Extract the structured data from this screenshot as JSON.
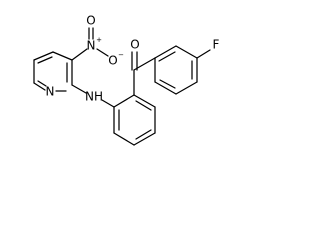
{
  "molecule": {
    "atoms": {
      "nitro_n": "N",
      "nitro_plus": "+",
      "nitro_o_top": "O",
      "nitro_o_right": "O",
      "nitro_minus": "−",
      "pyridine_n": "N",
      "amine": "NH",
      "carbonyl_o": "O",
      "fluorine": "F"
    }
  }
}
